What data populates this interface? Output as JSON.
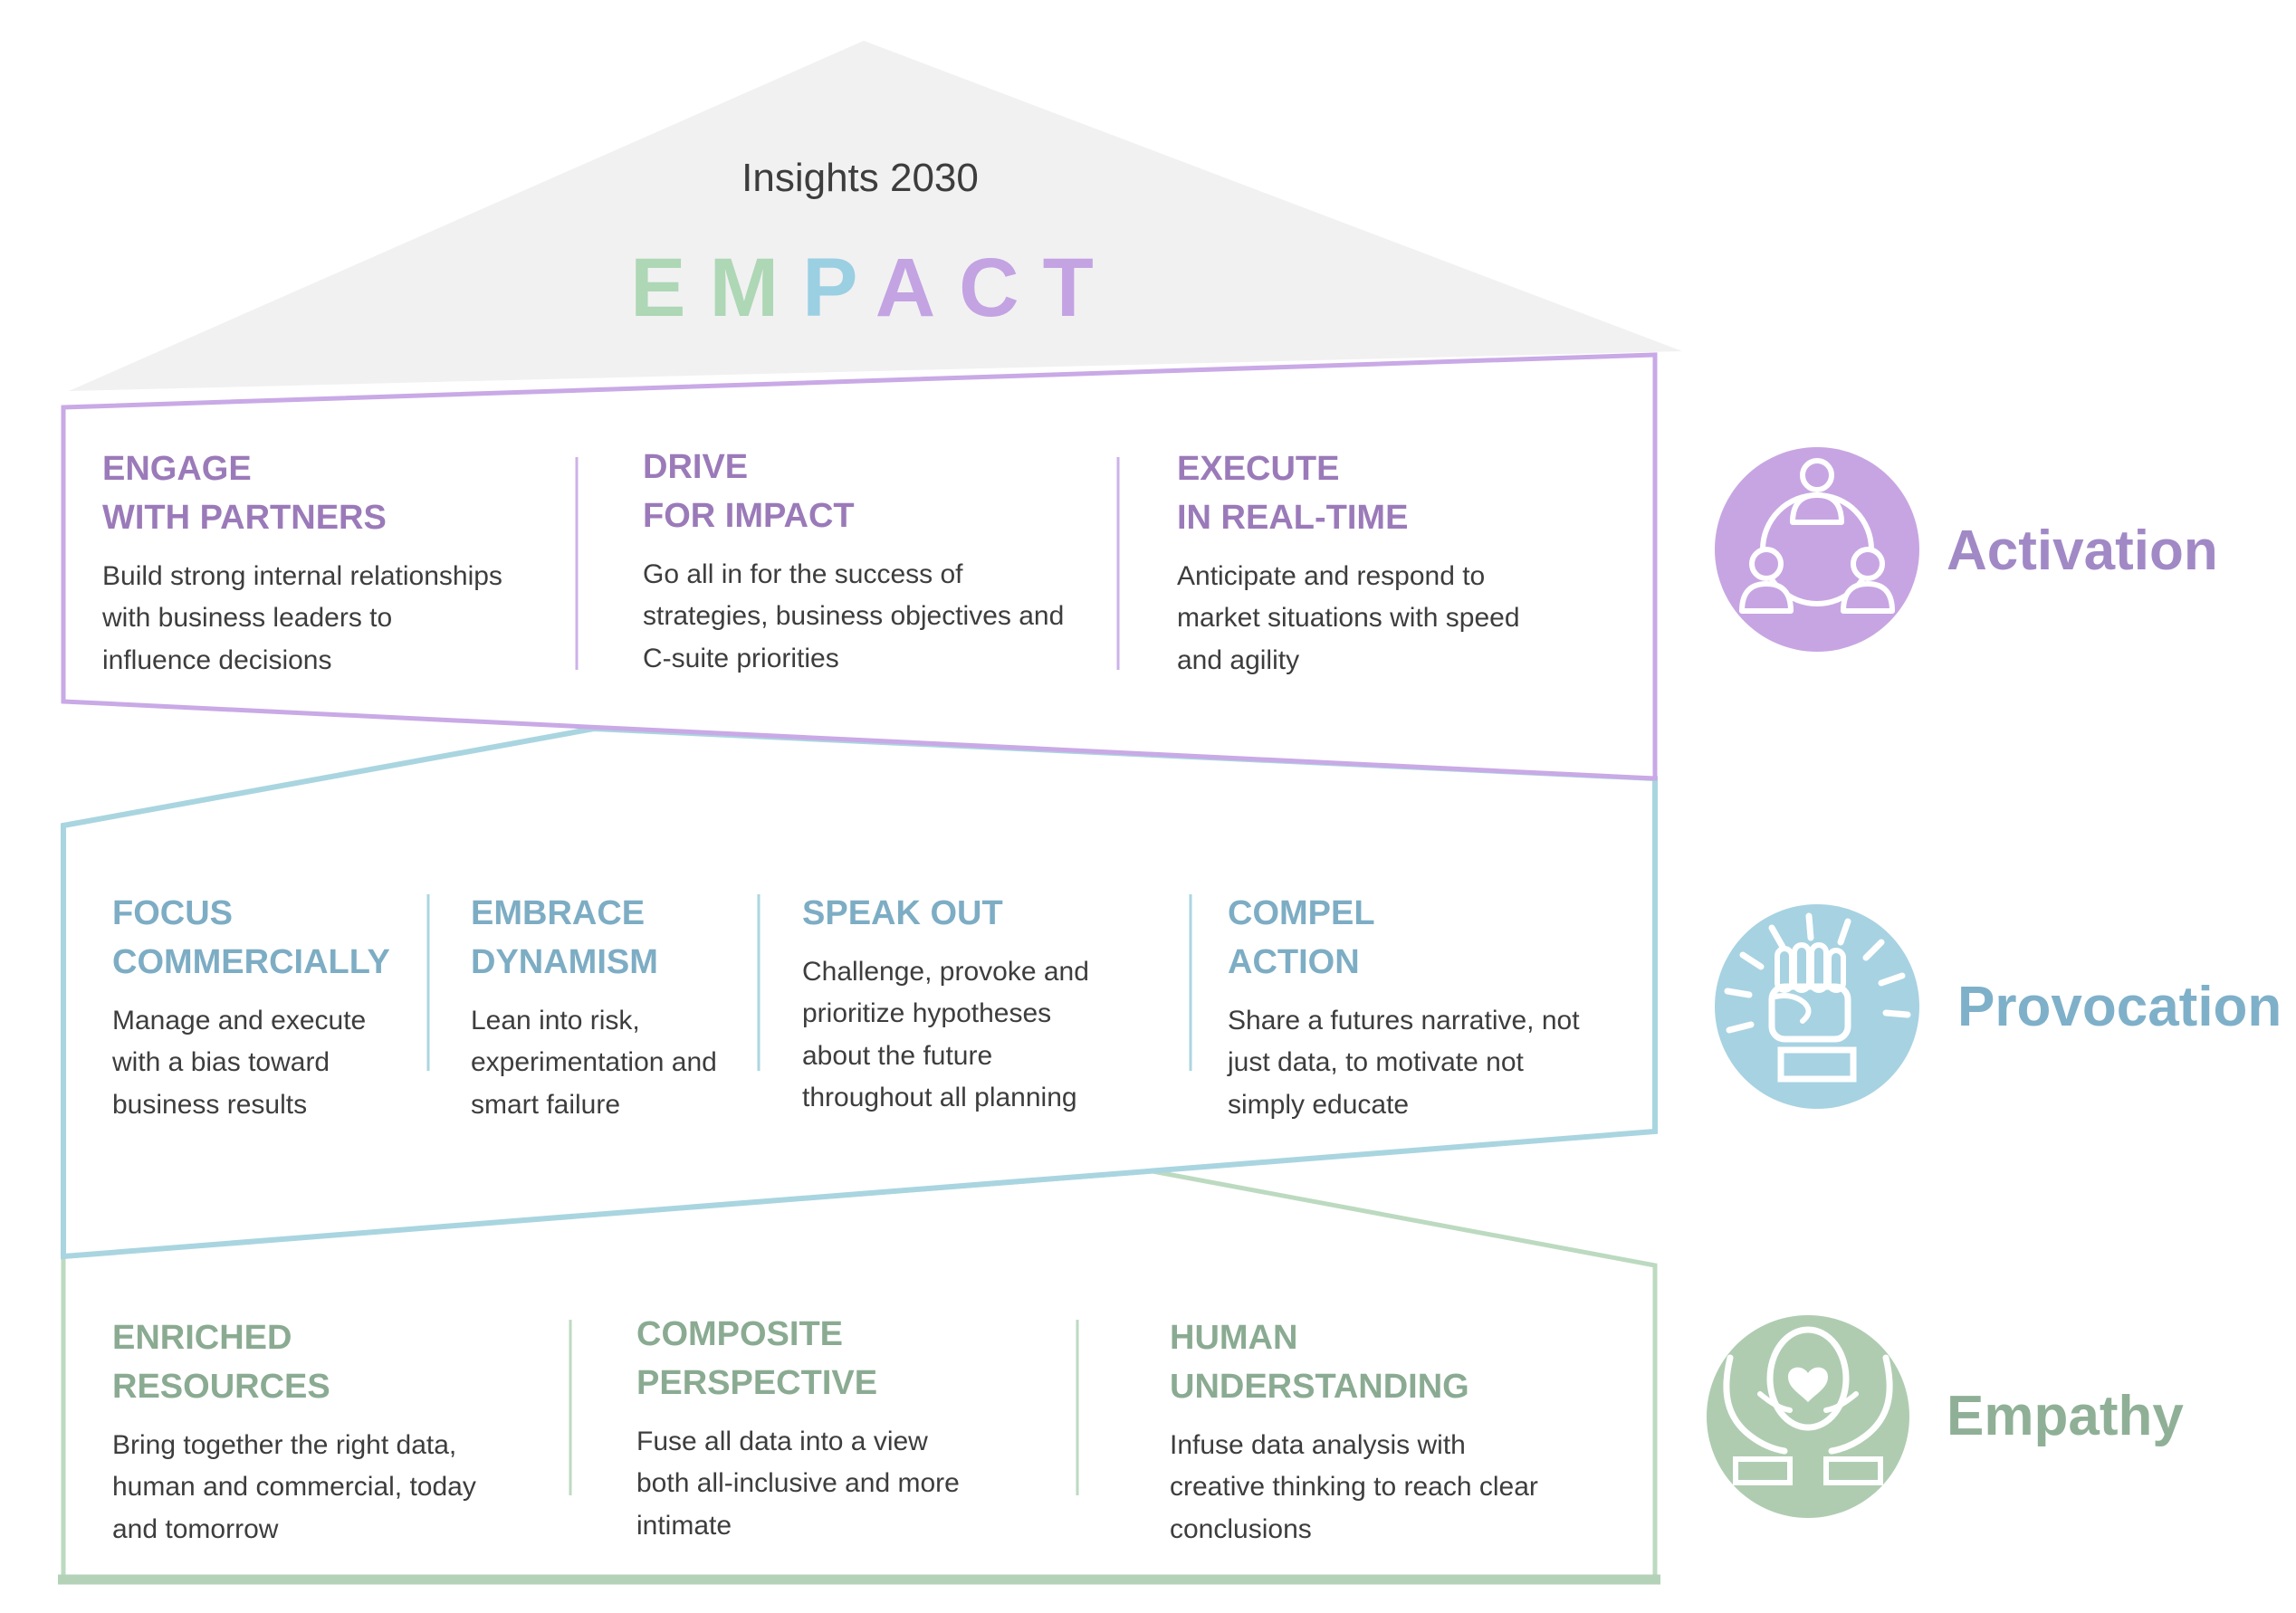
{
  "header": {
    "subtitle": "Insights 2030",
    "brand_word": "EMPACT",
    "brand_letters": [
      {
        "char": "E",
        "color": "#aed7b5"
      },
      {
        "char": "M",
        "color": "#aed7b5"
      },
      {
        "char": "P",
        "color": "#9bcfe2"
      },
      {
        "char": "A",
        "color": "#c3a3e2"
      },
      {
        "char": "C",
        "color": "#c3a3e2"
      },
      {
        "char": "T",
        "color": "#c3a3e2"
      }
    ]
  },
  "bands": [
    {
      "label": "Activation",
      "icon": "people-network-icon",
      "heading_color": "#9b7ab9",
      "border_color": "#c9a9e6",
      "circle_color": "#c7a5e2",
      "columns": [
        {
          "heading": "ENGAGE\nWITH PARTNERS",
          "body": "Build strong internal relationships\nwith business leaders to\ninfluence decisions"
        },
        {
          "heading": "DRIVE\nFOR IMPACT",
          "body": "Go all in for the success of\nstrategies, business objectives and\nC-suite priorities"
        },
        {
          "heading": "EXECUTE\nIN REAL-TIME",
          "body": "Anticipate and respond to\nmarket situations with speed\nand agility"
        }
      ]
    },
    {
      "label": "Provocation",
      "icon": "raised-fist-icon",
      "heading_color": "#7dadc4",
      "border_color": "#a9d5e0",
      "circle_color": "#a7d2e2",
      "columns": [
        {
          "heading": "FOCUS\nCOMMERCIALLY",
          "body": "Manage and execute\nwith a bias toward\nbusiness results"
        },
        {
          "heading": "EMBRACE\nDYNAMISM",
          "body": "Lean into risk,\nexperimentation and\nsmart failure"
        },
        {
          "heading": "SPEAK OUT",
          "body": "Challenge, provoke and\nprioritize hypotheses\nabout the future\nthroughout all planning"
        },
        {
          "heading": "COMPEL\nACTION",
          "body": "Share a futures narrative, not\njust data, to motivate not\nsimply educate"
        }
      ]
    },
    {
      "label": "Empathy",
      "icon": "hands-heart-icon",
      "heading_color": "#8aab92",
      "border_color": "#bcdac0",
      "circle_color": "#afccb1",
      "columns": [
        {
          "heading": "ENRICHED\nRESOURCES",
          "body": "Bring together the right data,\nhuman and commercial, today\nand tomorrow"
        },
        {
          "heading": "COMPOSITE\nPERSPECTIVE",
          "body": "Fuse all data into a view\nboth all-inclusive and more\nintimate"
        },
        {
          "heading": "HUMAN\nUNDERSTANDING",
          "body": "Infuse data analysis with\ncreative thinking to reach clear\nconclusions"
        }
      ]
    }
  ],
  "colors": {
    "roof_gray": "#f1f1f2",
    "body_text": "#3d3d3d",
    "background": "#ffffff"
  }
}
